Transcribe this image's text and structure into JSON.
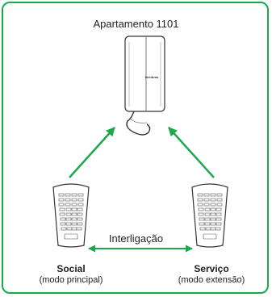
{
  "diagram": {
    "title": "Apartamento 1101",
    "brand": "intelbras",
    "link_label": "Interligação",
    "left_device": {
      "name": "Social",
      "mode": "(modo principal)"
    },
    "right_device": {
      "name": "Serviço",
      "mode": "(modo extensão)"
    }
  },
  "colors": {
    "frame": "#1aa84b",
    "arrow": "#1aa84b",
    "device_outline": "#333333"
  },
  "icons": [
    "interphone-handset-icon",
    "keypad-panel-icon"
  ]
}
